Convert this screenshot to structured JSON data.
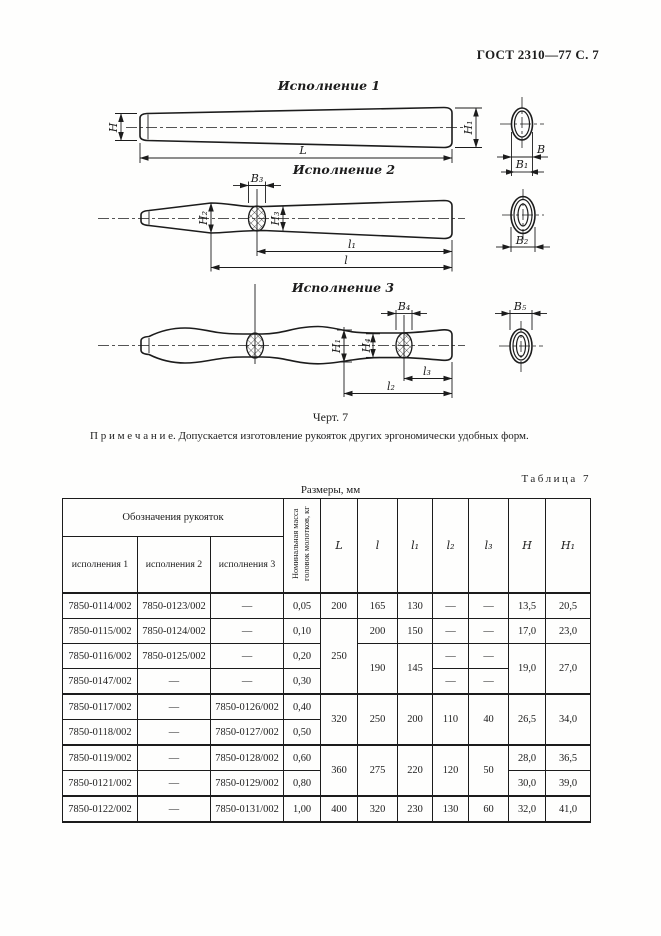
{
  "page": {
    "doc_header": "ГОСТ 2310—77 С. 7",
    "figure_caption": "Черт. 7",
    "note": "П р и м е ч а н и е.  Допускается изготовление рукояток других эргономически удобных форм.",
    "table_caption": "Таблица 7",
    "units_caption": "Размеры, мм"
  },
  "drawings": {
    "variant1": {
      "title": "Исполнение 1",
      "labels": {
        "H": "H",
        "H1": "H₁",
        "L": "L"
      },
      "section": {
        "B": "В",
        "B1": "В₁"
      }
    },
    "variant2": {
      "title": "Исполнение 2",
      "labels": {
        "B3": "В₃",
        "H2": "H₂",
        "H3": "H₃",
        "l1": "l₁",
        "l": "l"
      },
      "section": {
        "B2": "В₂"
      }
    },
    "variant3": {
      "title": "Исполнение 3",
      "labels": {
        "B4": "В₄",
        "H1": "H₁",
        "H4": "H₄",
        "l3": "l₃",
        "l2": "l₂"
      },
      "section": {
        "B5": "В₅"
      }
    }
  },
  "table": {
    "group_header": "Обозначения рукояток",
    "headers": {
      "v1": "исполнения 1",
      "v2": "исполнения 2",
      "v3": "исполнения 3",
      "mass": "Номинальная масса головок молотков, кг",
      "L": "L",
      "l": "l",
      "l1": "l₁",
      "l2": "l₂",
      "l3": "l₃",
      "H": "H",
      "H1": "H₁"
    },
    "rows": [
      {
        "v1": "7850-0114/002",
        "v2": "7850-0123/002",
        "v3": "—",
        "mass": "0,05",
        "L": "200",
        "l": "165",
        "l1": "130",
        "l2": "—",
        "l3": "—",
        "H": "13,5",
        "H1": "20,5"
      },
      {
        "v1": "7850-0115/002",
        "v2": "7850-0124/002",
        "v3": "—",
        "mass": "0,10",
        "L": "250",
        "l": "200",
        "l1": "150",
        "l2": "—",
        "l3": "—",
        "H": "17,0",
        "H1": "23,0"
      },
      {
        "v1": "7850-0116/002",
        "v2": "7850-0125/002",
        "v3": "—",
        "mass": "0,20",
        "l": "190",
        "l1": "145",
        "l2": "—",
        "l3": "—",
        "H": "19,0",
        "H1": "27,0"
      },
      {
        "v1": "7850-0147/002",
        "v2": "—",
        "v3": "—",
        "mass": "0,30",
        "l2": "—",
        "l3": "—"
      },
      {
        "v1": "7850-0117/002",
        "v2": "—",
        "v3": "7850-0126/002",
        "mass": "0,40",
        "L": "320",
        "l": "250",
        "l1": "200",
        "l2": "110",
        "l3": "40",
        "H": "26,5",
        "H1": "34,0"
      },
      {
        "v1": "7850-0118/002",
        "v2": "—",
        "v3": "7850-0127/002",
        "mass": "0,50"
      },
      {
        "v1": "7850-0119/002",
        "v2": "—",
        "v3": "7850-0128/002",
        "mass": "0,60",
        "L": "360",
        "l": "275",
        "l1": "220",
        "l2": "120",
        "l3": "50",
        "H": "28,0",
        "H1": "36,5"
      },
      {
        "v1": "7850-0121/002",
        "v2": "—",
        "v3": "7850-0129/002",
        "mass": "0,80",
        "H": "30,0",
        "H1": "39,0"
      },
      {
        "v1": "7850-0122/002",
        "v2": "—",
        "v3": "7850-0131/002",
        "mass": "1,00",
        "L": "400",
        "l": "320",
        "l1": "230",
        "l2": "130",
        "l3": "60",
        "H": "32,0",
        "H1": "41,0"
      }
    ]
  }
}
